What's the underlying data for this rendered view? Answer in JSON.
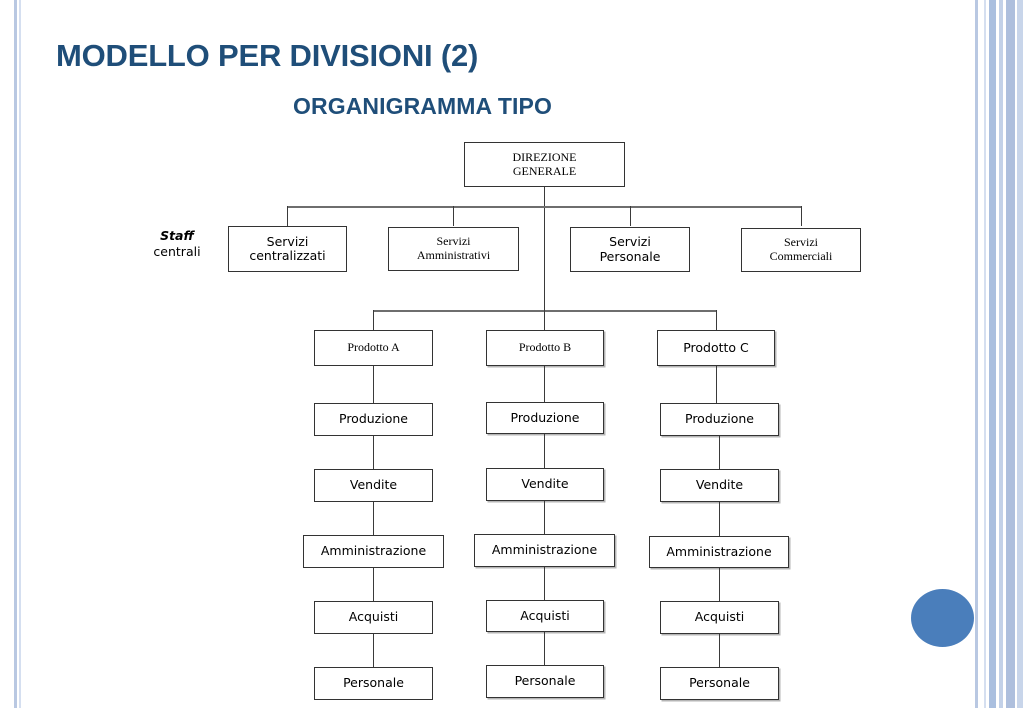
{
  "slide": {
    "title": "MODELLO PER DIVISIONI (2)",
    "subtitle": "ORGANIGRAMMA TIPO",
    "accent_color": "#1f4e79",
    "dot_color": "#4a7ebb",
    "edge_rule_color": "#b9c8e2"
  },
  "chart_data": {
    "type": "diagram",
    "title": "ORGANIGRAMMA TIPO",
    "root": "DIREZIONE GENERALE",
    "staff_label": "Staff centrali",
    "staff_row": [
      "Servizi centralizzati",
      "Servizi Amministrativi",
      "Servizi Personale",
      "Servizi Commerciali"
    ],
    "divisions": [
      "Prodotto A",
      "Prodotto B",
      "Prodotto C"
    ],
    "functions": [
      "Produzione",
      "Vendite",
      "Amministrazione",
      "Acquisti",
      "Personale"
    ]
  },
  "org": {
    "root": {
      "line1": "DIREZIONE",
      "line2": "GENERALE"
    },
    "staff_label": {
      "line1": "Staff",
      "line2": "centrali"
    },
    "staff": [
      {
        "line1": "Servizi",
        "line2": "centralizzati"
      },
      {
        "line1": "Servizi",
        "line2": "Amministrativi"
      },
      {
        "line1": "Servizi",
        "line2": "Personale"
      },
      {
        "line1": "Servizi",
        "line2": "Commerciali"
      }
    ],
    "divisions": [
      {
        "name": "Prodotto A",
        "functions": [
          "Produzione",
          "Vendite",
          "Amministrazione",
          "Acquisti",
          "Personale"
        ]
      },
      {
        "name": "Prodotto B",
        "functions": [
          "Produzione",
          "Vendite",
          "Amministrazione",
          "Acquisti",
          "Personale"
        ]
      },
      {
        "name": "Prodotto C",
        "functions": [
          "Produzione",
          "Vendite",
          "Amministrazione",
          "Acquisti",
          "Personale"
        ]
      }
    ]
  }
}
